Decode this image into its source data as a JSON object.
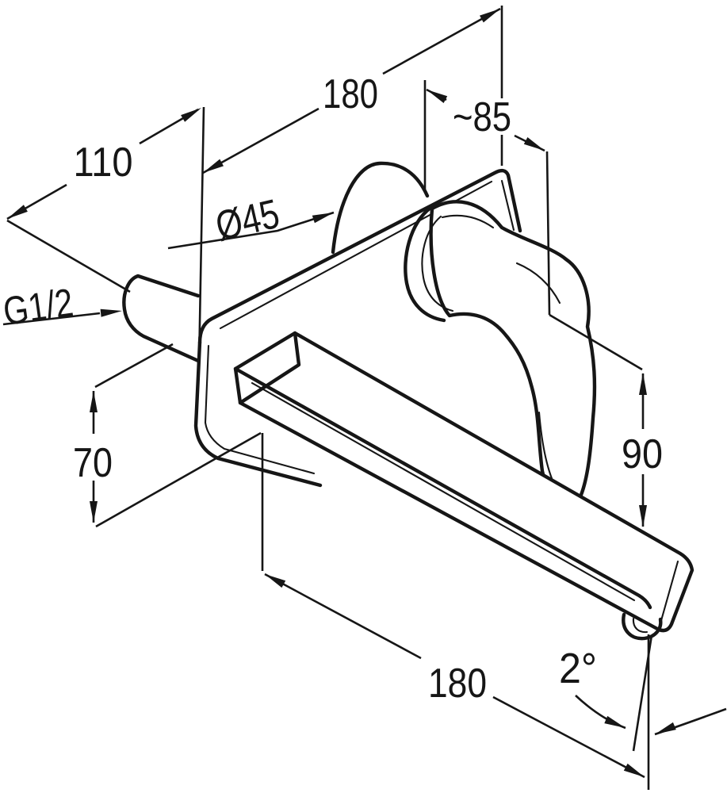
{
  "drawing": {
    "colors": {
      "background": "#ffffff",
      "line": "#161616"
    },
    "labels": {
      "plate_width": "180",
      "handle_projection": "~85",
      "plate_height": "110",
      "dome_diameter": "Ø45",
      "inlet_thread": "G1/2",
      "plate_bottom_to_spout": "70",
      "handle_to_spout_height": "90",
      "spout_length": "180",
      "spout_angle": "2°"
    }
  }
}
